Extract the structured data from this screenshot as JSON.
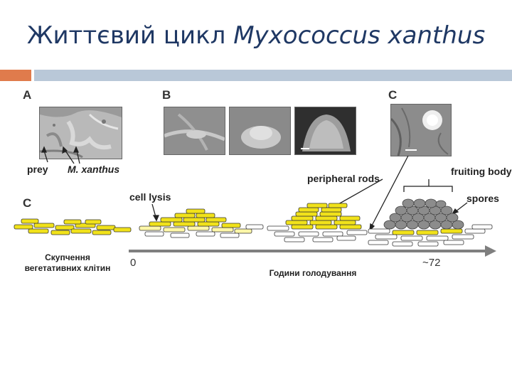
{
  "title": {
    "main": "Життєвий цикл ",
    "italic": "Myxococcus xanthus"
  },
  "panels": {
    "a": "A",
    "b": "B",
    "c_top": "C",
    "c_bottom": "C"
  },
  "labels": {
    "prey": "prey",
    "m_xanthus": "M. xanthus",
    "peripheral_rods": "peripheral rods",
    "fruiting_body": "fruiting body",
    "cell_lysis": "cell lysis",
    "spores": "spores"
  },
  "axis": {
    "start": "0",
    "end": "~72"
  },
  "captions": {
    "aggregation": "Скупчення вегетативних клітин",
    "starvation_hours": "Години голодування"
  },
  "colors": {
    "title": "#1f3864",
    "accent_orange": "#e07b4c",
    "accent_blue": "#b9c8d8",
    "rod_yellow": "#f1e21a",
    "spore_gray": "#8c8c8c",
    "arrow": "#7f7f7f"
  }
}
